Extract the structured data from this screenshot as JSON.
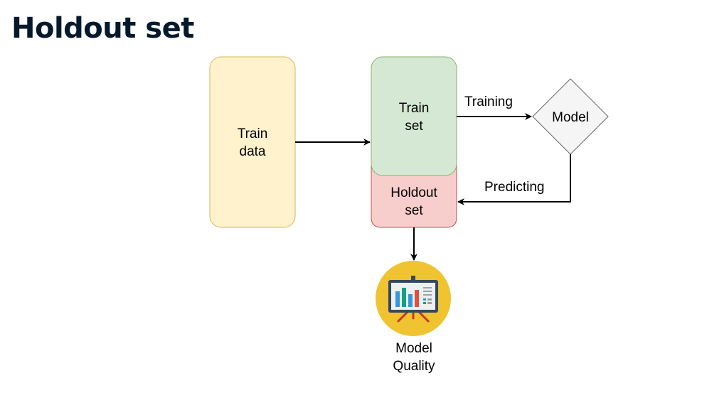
{
  "title": "Holdout set",
  "nodes": {
    "train_data": {
      "line1": "Train",
      "line2": "data"
    },
    "train_set": {
      "line1": "Train",
      "line2": "set"
    },
    "holdout_set": {
      "line1": "Holdout",
      "line2": "set"
    },
    "model": {
      "label": "Model"
    },
    "model_quality": {
      "line1": "Model",
      "line2": "Quality"
    }
  },
  "edges": {
    "training": "Training",
    "predicting": "Predicting"
  },
  "icons": {
    "model_quality": "presentation-board-chart-icon"
  },
  "colors": {
    "title": "#05192d",
    "train_data_fill": "#fff2cc",
    "train_data_stroke": "#d6b656",
    "train_set_fill": "#d5e8d4",
    "train_set_stroke": "#82b366",
    "holdout_fill": "#f8cecc",
    "holdout_stroke": "#b85450",
    "model_fill": "#f5f5f5",
    "model_stroke": "#666666",
    "icon_circle": "#f0c330"
  }
}
